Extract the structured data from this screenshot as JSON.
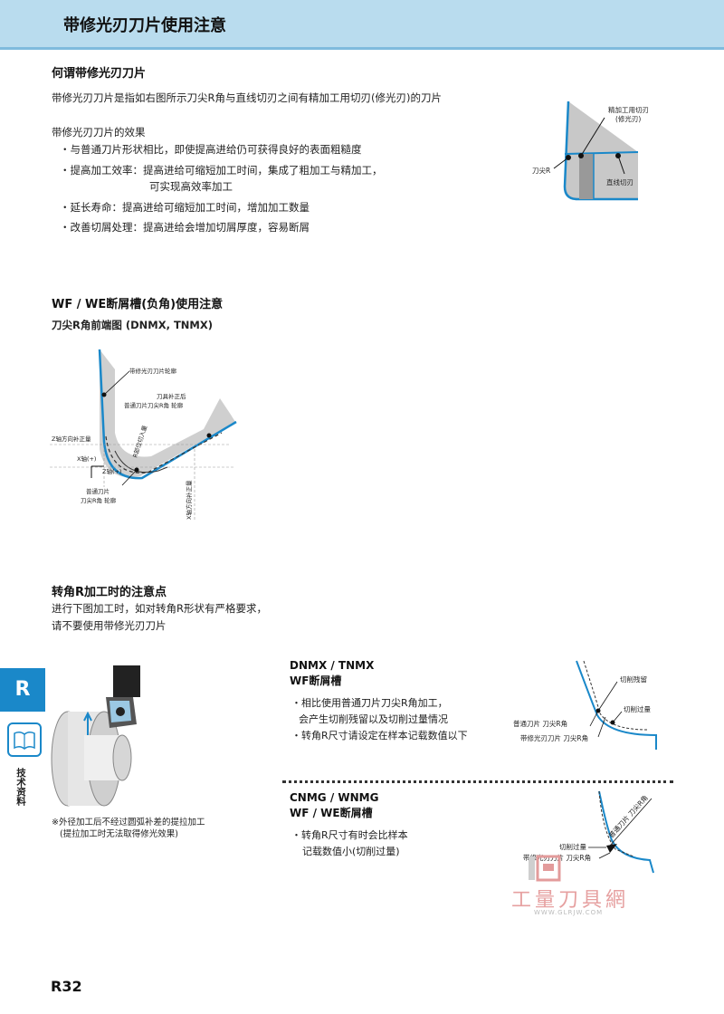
{
  "header": {
    "title": "带修光刃刀片使用注意"
  },
  "section1": {
    "heading": "何谓带修光刃刀片",
    "desc": "带修光刃刀片是指如右图所示刀尖R角与直线切刃之间有精加工用切刃(修光刃)的刀片",
    "effects_title": "带修光刃刀片的效果",
    "bullets": [
      "・与普通刀片形状相比，即使提高进给仍可获得良好的表面粗糙度",
      "・提高加工效率：提高进给可缩短加工时间，集成了粗加工与精加工，",
      "可实现高效率加工",
      "・延长寿命：提高进给可缩短加工时间，增加加工数量",
      "・改善切屑处理：提高进给会增加切屑厚度，容易断屑"
    ],
    "diagram": {
      "finish_edge_line1": "精加工用切刃",
      "finish_edge_line2": "(修光刃)",
      "nose_r": "刀尖R",
      "straight_edge": "直线切刃"
    }
  },
  "section2": {
    "heading": "WF / WE断屑槽(负角)使用注意",
    "subheading": "刀尖R角前端图 (DNMX, TNMX)",
    "diagram": {
      "wiper_outline": "带修光刃刀片轮廓",
      "comp_line1": "刀具补正后",
      "comp_line2": "普通刀片刀尖R角 轮廓",
      "z_comp": "Z轴方向补正量",
      "x_axis": "X轴(+)",
      "z_axis": "Z轴(+)",
      "r_cut": "R部位切入量",
      "normal_line1": "普通刀片",
      "normal_line2": "刀尖R角 轮廓",
      "x_comp": "X轴方向补正量"
    }
  },
  "section3": {
    "heading": "转角R加工时的注意点",
    "desc_line1": "进行下图加工时，如对转角R形状有严格要求，",
    "desc_line2": "请不要使用带修光刃刀片",
    "note_line1": "※外径加工后不经过圆弧补差的提拉加工",
    "note_line2": "(提拉加工时无法取得修光效果)"
  },
  "case1": {
    "title1": "DNMX / TNMX",
    "title2": "WF断屑槽",
    "bullet1_line1": "・相比使用普通刀片刀尖R角加工，",
    "bullet1_line2": "会产生切削残留以及切削过量情况",
    "bullet2": "・转角R尺寸请设定在样本记载数值以下",
    "diagram": {
      "residual": "切削残留",
      "overcut": "切削过量",
      "normal": "普通刀片 刀尖R角",
      "wiper": "带修光刃刀片 刀尖R角"
    }
  },
  "case2": {
    "title1": "CNMG / WNMG",
    "title2": "WF / WE断屑槽",
    "bullet1_line1": "・转角R尺寸有时会比样本",
    "bullet1_line2": "记载数值小(切削过量)",
    "diagram": {
      "normal": "普通刀片 刀尖R角",
      "overcut": "切削过量",
      "wiper": "带修光刃刀片 刀尖R角"
    }
  },
  "watermark": {
    "name": "工量刀具網",
    "url": "WWW.GLRJW.COM"
  },
  "sidebar": {
    "tab": "R",
    "label": "技术资料"
  },
  "footer": {
    "page": "R32"
  },
  "colors": {
    "accent": "#1a88c9",
    "header_bg": "#b9dcee",
    "diagram_gray": "#c8c8c8"
  }
}
